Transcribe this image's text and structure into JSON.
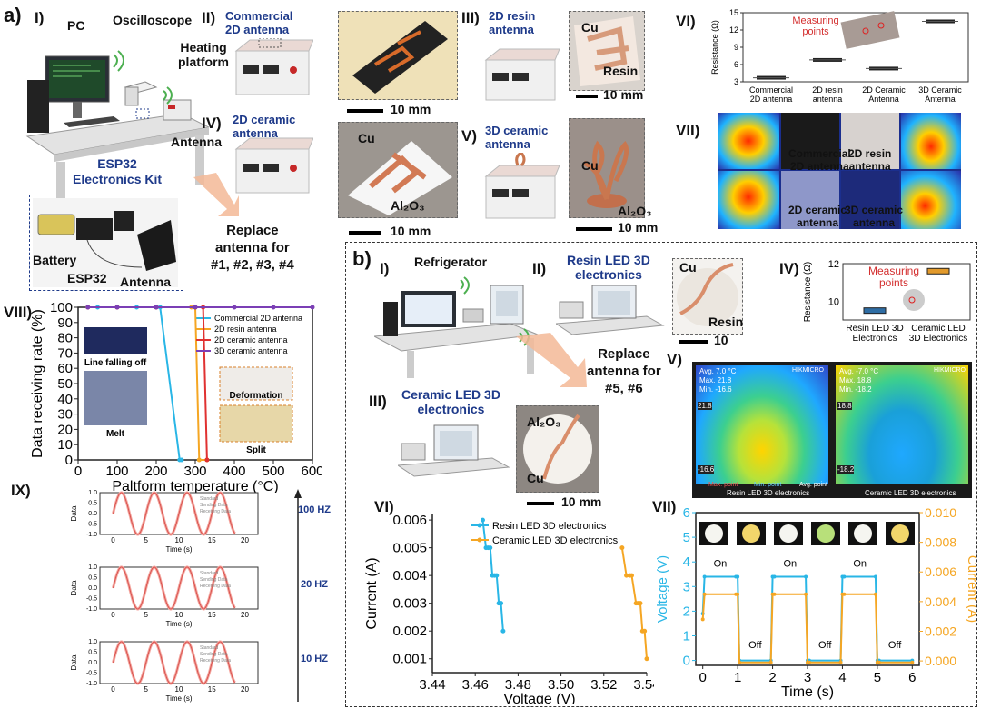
{
  "panel_a": {
    "label": "a)",
    "roman": {
      "I": "I)",
      "II": "II)",
      "III": "III)",
      "IV": "IV)",
      "V": "V)",
      "VI": "VI)",
      "VII": "VII)",
      "VIII": "VIII)",
      "IX": "IX)"
    },
    "setup": {
      "pc": "PC",
      "oscilloscope": "Oscilloscope",
      "heating_platform": "Heating\nplatform",
      "antenna": "Antenna",
      "esp32_kit": "ESP32\nElectronics Kit",
      "battery": "Battery",
      "esp32": "ESP32",
      "antenna2": "Antenna"
    },
    "commercial_2d": "Commercial\n2D antenna",
    "ceramic_2d": "2D ceramic\nantenna",
    "resin_2d": "2D resin\nantenna",
    "ceramic_3d": "3D ceramic\nantenna",
    "replace": "Replace\nantenna for\n#1, #2, #3, #4",
    "scale_10mm": "10 mm",
    "cu": "Cu",
    "resin": "Resin",
    "al2o3": "Al₂O₃",
    "thermal_labels": {
      "commercial": "Commercial\n2D antenna",
      "resin2d": "2D resin\nantenna",
      "ceramic2d": "2D ceramic\nantenna",
      "ceramic3d": "3D ceramic\nantenna"
    },
    "measuring_points": "Measuring\npoints",
    "inset_labels": {
      "line_falling_off": "Line falling off",
      "melt": "Melt",
      "deformation": "Deformation",
      "split": "Split"
    },
    "freq_labels": [
      "100 HZ",
      "20 HZ",
      "10 HZ"
    ]
  },
  "panel_b": {
    "label": "b)",
    "roman": {
      "I": "I)",
      "II": "II)",
      "III": "III)",
      "IV": "IV)",
      "V": "V)",
      "VI": "VI)",
      "VII": "VII)"
    },
    "refrigerator": "Refrigerator",
    "resin_led": "Resin LED 3D\nelectronics",
    "ceramic_led": "Ceramic LED 3D\nelectronics",
    "replace": "Replace\nantenna for\n#5, #6",
    "cu": "Cu",
    "resin": "Resin",
    "al2o3": "Al₂O₃",
    "scale_10": "10",
    "scale_10mm": "10 mm",
    "measuring_points": "Measuring\npoints",
    "thermal_resin": {
      "avg": "Avg.",
      "avg_v": "7.0",
      "max": "Max.",
      "max_v": "21.8",
      "min": "Min.",
      "min_v": "-16.6",
      "unit": "°C",
      "top": "21.8",
      "bottom": "-16.6",
      "caption": "Resin LED 3D electronics",
      "brand": "HIKMICRO"
    },
    "thermal_ceramic": {
      "avg": "Avg.",
      "avg_v": "-7.0",
      "max": "Max.",
      "max_v": "18.8",
      "min": "Min.",
      "min_v": "-18.2",
      "unit": "°C",
      "top": "18.8",
      "bottom": "-18.2",
      "caption": "Ceramic LED 3D electronics",
      "brand": "HIKMICRO"
    },
    "thermal_legend": [
      "Max. point",
      "Min. point",
      "Avg. point"
    ],
    "on": "On",
    "off": "Off"
  },
  "chart_data": [
    {
      "id": "a-VI",
      "type": "box",
      "ylabel": "Resistance (Ω)",
      "ylim": [
        3,
        15
      ],
      "yticks": [
        3,
        6,
        9,
        12,
        15
      ],
      "categories": [
        "Commercial\n2D antenna",
        "2D resin\nantenna",
        "2D Ceramic\nAntenna",
        "3D Ceramic\nAntenna"
      ],
      "values": [
        3.7,
        6.8,
        5.3,
        13.5
      ]
    },
    {
      "id": "a-VIII",
      "type": "line",
      "xlabel": "Paltform temperature (°C)",
      "ylabel": "Data receiving rate (%)",
      "xlim": [
        0,
        600
      ],
      "ylim": [
        0,
        100
      ],
      "xticks": [
        0,
        100,
        200,
        300,
        400,
        500,
        600
      ],
      "yticks": [
        0,
        10,
        20,
        30,
        40,
        50,
        60,
        70,
        80,
        90,
        100
      ],
      "series": [
        {
          "name": "Commercial 2D antenna",
          "color": "#29b6e6",
          "x": [
            25,
            50,
            100,
            150,
            200,
            210,
            260,
            265
          ],
          "y": [
            100,
            100,
            100,
            100,
            100,
            100,
            0,
            0
          ]
        },
        {
          "name": "2D resin antenna",
          "color": "#f5a623",
          "x": [
            25,
            100,
            200,
            290,
            300,
            310,
            330
          ],
          "y": [
            100,
            100,
            100,
            100,
            100,
            0,
            0
          ]
        },
        {
          "name": "2D ceramic antenna",
          "color": "#e03131",
          "x": [
            25,
            100,
            200,
            300,
            320,
            330
          ],
          "y": [
            100,
            100,
            100,
            100,
            100,
            0
          ]
        },
        {
          "name": "3D ceramic antenna",
          "color": "#7b3fb5",
          "x": [
            25,
            100,
            200,
            300,
            400,
            500,
            600
          ],
          "y": [
            100,
            100,
            100,
            100,
            100,
            100,
            100
          ]
        }
      ]
    },
    {
      "id": "a-IX",
      "type": "line",
      "xlabel": "Time (s)",
      "ylabel": "Data",
      "xlim": [
        -2,
        22
      ],
      "ylim": [
        -1,
        1
      ],
      "xticks": [
        0,
        5,
        10,
        15,
        20
      ],
      "yticks": [
        -1.0,
        -0.5,
        0.0,
        0.5,
        1.0
      ],
      "legend": [
        "Standard",
        "Sending Data",
        "Receiving Data"
      ],
      "panels": [
        {
          "freq": "100 HZ"
        },
        {
          "freq": "20 HZ"
        },
        {
          "freq": "10 HZ"
        }
      ],
      "period_s": 5,
      "duration_s": 18.5
    },
    {
      "id": "b-IV",
      "type": "box",
      "ylabel": "Resistance (Ω)",
      "ylim": [
        9,
        12
      ],
      "yticks": [
        10,
        12
      ],
      "categories": [
        "Resin LED 3D\nElectronics",
        "Ceramic LED\n3D Electronics"
      ],
      "values": [
        9.5,
        11.6
      ]
    },
    {
      "id": "b-VI",
      "type": "line",
      "xlabel": "Voltage (V)",
      "ylabel": "Current (A)",
      "xlim": [
        3.44,
        3.54
      ],
      "ylim": [
        0.0005,
        0.0062
      ],
      "xticks": [
        3.44,
        3.46,
        3.48,
        3.5,
        3.52,
        3.54
      ],
      "yticks": [
        0.001,
        0.002,
        0.003,
        0.004,
        0.005,
        0.006
      ],
      "series": [
        {
          "name": "Resin LED 3D electronics",
          "color": "#29b6e6",
          "x": [
            3.4635,
            3.465,
            3.466,
            3.467,
            3.468,
            3.469,
            3.47,
            3.471,
            3.472,
            3.473
          ],
          "y": [
            0.006,
            0.005,
            0.005,
            0.005,
            0.004,
            0.004,
            0.004,
            0.003,
            0.003,
            0.002
          ]
        },
        {
          "name": "Ceramic LED 3D electronics",
          "color": "#f5a623",
          "x": [
            3.5285,
            3.5305,
            3.532,
            3.533,
            3.535,
            3.536,
            3.537,
            3.538,
            3.539,
            3.54
          ],
          "y": [
            0.005,
            0.004,
            0.004,
            0.004,
            0.003,
            0.003,
            0.003,
            0.002,
            0.002,
            0.001
          ]
        }
      ]
    },
    {
      "id": "b-VII",
      "type": "line",
      "xlabel": "Time (s)",
      "ylabel": "Voltage (V)",
      "y2label": "Current (A)",
      "xlim": [
        -0.2,
        6.2
      ],
      "ylim": [
        -0.2,
        6
      ],
      "y2lim": [
        -0.0003,
        0.01
      ],
      "xticks": [
        0,
        1,
        2,
        3,
        4,
        5,
        6
      ],
      "yticks": [
        0,
        1,
        2,
        3,
        4,
        5,
        6
      ],
      "y2ticks": [
        0.0,
        0.002,
        0.004,
        0.006,
        0.008,
        0.01
      ],
      "series": [
        {
          "name": "Voltage",
          "color": "#29b6e6",
          "axis": "left",
          "x": [
            0,
            0.05,
            0.95,
            1.0,
            1.05,
            1.95,
            2.0,
            2.05,
            2.95,
            3.0,
            3.05,
            3.95,
            4.0,
            4.05,
            4.95,
            5.0,
            5.05,
            6.0
          ],
          "y": [
            1.9,
            3.4,
            3.4,
            3.4,
            0.0,
            0.0,
            3.4,
            3.4,
            3.4,
            0.0,
            0.0,
            0.0,
            3.4,
            3.4,
            3.4,
            0.0,
            0.0,
            0.0
          ]
        },
        {
          "name": "Current",
          "color": "#f5a623",
          "axis": "right",
          "x": [
            0,
            0.05,
            0.95,
            1.0,
            1.05,
            1.95,
            2.0,
            2.05,
            2.95,
            3.0,
            3.05,
            3.95,
            4.0,
            4.05,
            4.95,
            5.0,
            5.05,
            6.0
          ],
          "y": [
            0.0028,
            0.0045,
            0.0045,
            0.0045,
            -0.0001,
            -0.0001,
            0.0045,
            0.0045,
            0.0045,
            -0.0001,
            -0.0001,
            -0.0001,
            0.0045,
            0.0045,
            0.0045,
            -0.0001,
            -0.0001,
            -0.0001
          ]
        }
      ]
    }
  ]
}
